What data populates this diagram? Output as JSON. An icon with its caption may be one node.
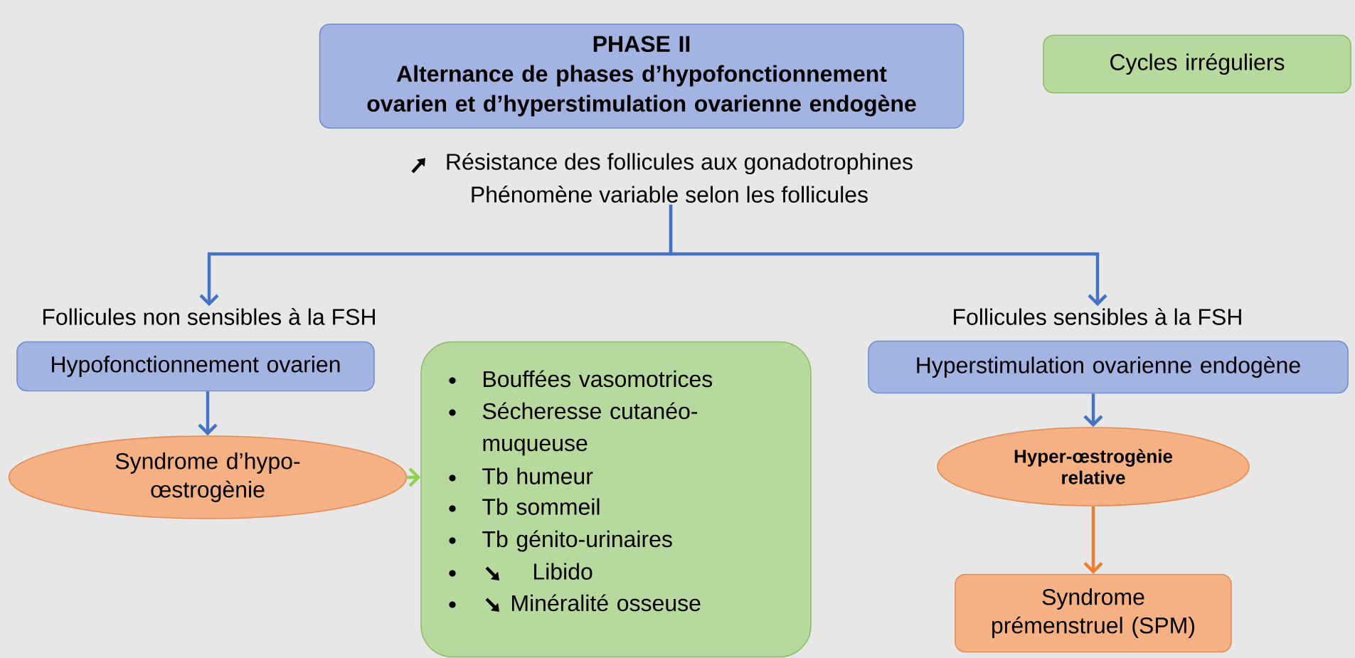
{
  "diagram": {
    "nodes": [
      {
        "text": [
          "PHASE II",
          "Alternance de phases d’hypofonctionnement ovarien et d’hyperstimulation ovarienne endogène"
        ]
      },
      {
        "text": [
          "Cycles irréguliers"
        ]
      },
      {
        "text": [
          "Résistance des follicules aux gonadotrophines",
          "Phénomène variable selon les follicules"
        ]
      },
      {
        "text": [
          "Follicules non sensibles à la FSH"
        ]
      },
      {
        "text": [
          "Hypofonctionnement ovarien"
        ]
      },
      {
        "text": [
          "Syndrome d’hypo- œstrogènie"
        ]
      },
      {
        "text": [
          "Bouffées vasomotrices",
          "Sécheresse cutanéo- muqueuse",
          "Tb humeur",
          "Tb sommeil",
          "Tb génito-urinaires",
          "Libido",
          "Minéralité osseuse"
        ]
      },
      {
        "text": [
          "Follicules sensibles à la FSH"
        ]
      },
      {
        "text": [
          "Hyperstimulation ovarienne endogène"
        ]
      },
      {
        "text": [
          "Hyper-œstrogènie relative"
        ]
      },
      {
        "text": [
          "Syndrome prémenstruel (SPM)"
        ]
      }
    ],
    "edges": [
      {
        "from": 2,
        "to": 3,
        "arrow": "to"
      },
      {
        "from": 2,
        "to": 7,
        "arrow": "to"
      },
      {
        "from": 4,
        "to": 5,
        "arrow": "to"
      },
      {
        "from": 5,
        "to": 6,
        "arrow": "to",
        "color": "#92d050"
      },
      {
        "from": 8,
        "to": 9,
        "arrow": "to"
      },
      {
        "from": 9,
        "to": 10,
        "arrow": "to",
        "color": "#ed7d31"
      }
    ]
  }
}
